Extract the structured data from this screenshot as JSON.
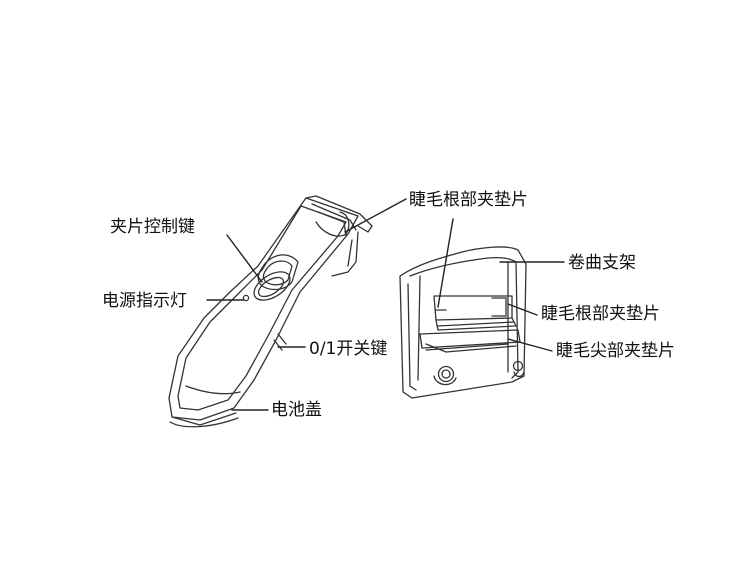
{
  "labels": {
    "clip_control_button": "夹片控制键",
    "power_indicator": "电源指示灯",
    "switch_key": "0/1开关键",
    "battery_cover": "电池盖",
    "lash_root_pad_top": "睫毛根部夹垫片",
    "curl_frame": "卷曲支架",
    "lash_root_pad": "睫毛根部夹垫片",
    "lash_tip_pad": "睫毛尖部夹垫片"
  },
  "colors": {
    "line": "#222222",
    "text": "#111111",
    "background": "#ffffff"
  }
}
